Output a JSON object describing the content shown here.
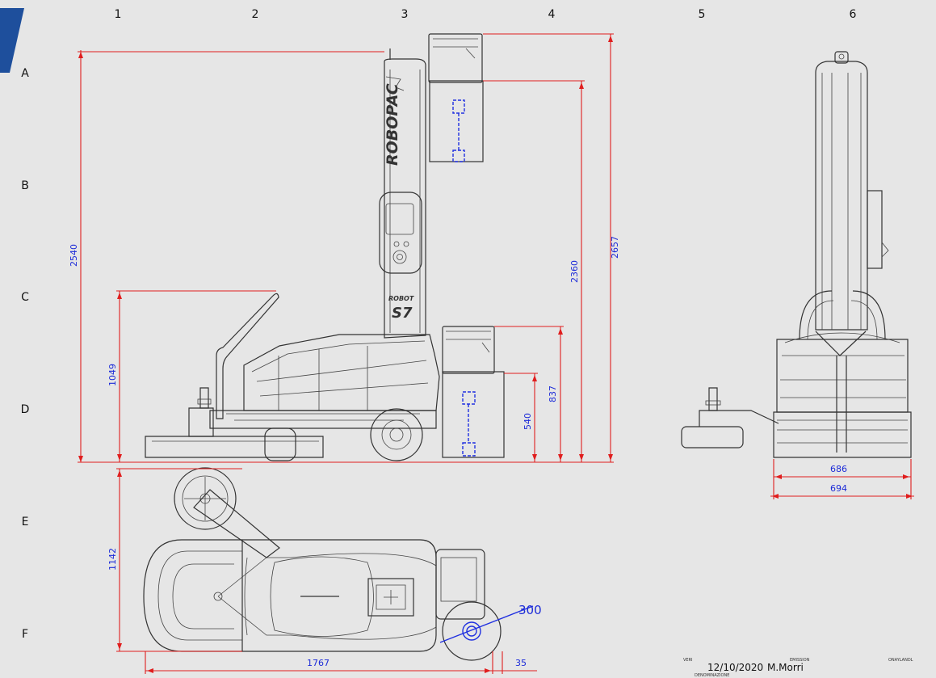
{
  "grid": {
    "columns": [
      "1",
      "2",
      "3",
      "4",
      "5",
      "6"
    ],
    "rows": [
      "A",
      "B",
      "C",
      "D",
      "E",
      "F"
    ]
  },
  "machine": {
    "brand": "ROBOPAC",
    "model_line1": "ROBOT",
    "model_line2": "S7"
  },
  "dimensions": {
    "total_height_column": "2540",
    "handle_height": "1049",
    "carriage_top_height": "2360",
    "overall_height": "2657",
    "carriage_bottom_top": "837",
    "carriage_bottom_low": "540",
    "plan_width": "1142",
    "plan_length": "1767",
    "wheel_offset": "35",
    "wheel_diameter": "300",
    "front_width_inner": "686",
    "front_width_outer": "694"
  },
  "title_block": {
    "label_left": "VERI",
    "label_mid": "EMISSION",
    "label_right": "ONAYLANDL",
    "date": "12/10/2020",
    "author": "M.Morri",
    "label_bottom": "DENOMINAZIONE"
  },
  "colors": {
    "dimension_line": "#e01e1e",
    "dimension_text": "#1c2bd8",
    "corner_accent": "#1e4f9c"
  }
}
